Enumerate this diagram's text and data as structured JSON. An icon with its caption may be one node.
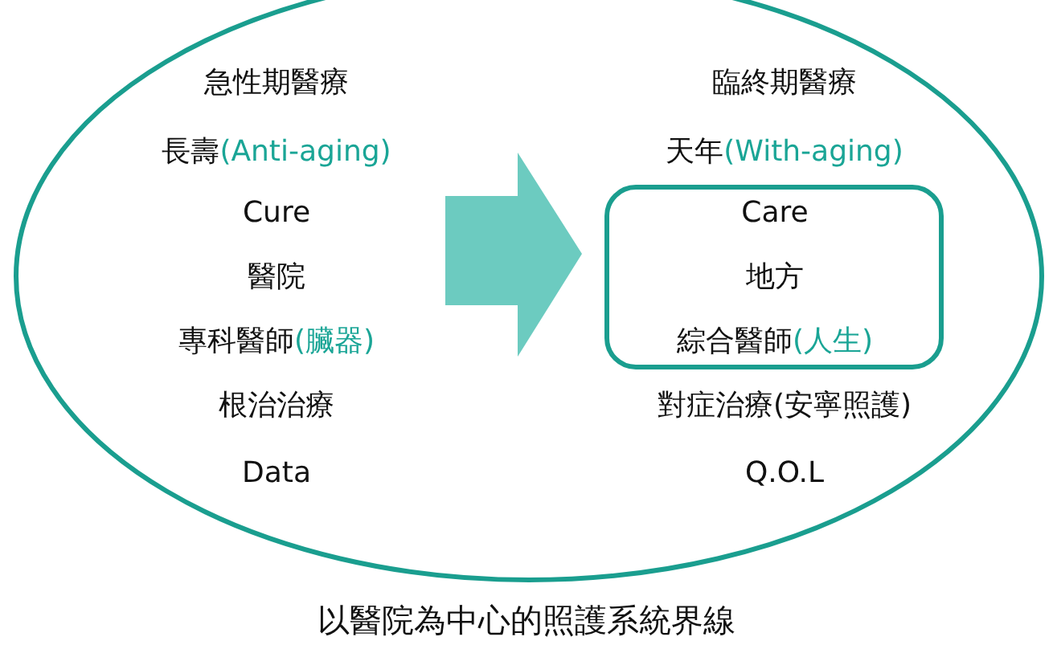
{
  "diagram": {
    "caption": "以醫院為中心的照護系統界線",
    "nodes": [
      {
        "text": [
          "急性期醫療",
          "長壽",
          "(Anti-aging)",
          "Cure",
          "醫院",
          "專科醫師",
          "(臟器)",
          "根治治療",
          "Data",
          "臨終期醫療",
          "天年",
          "(With-aging)",
          "對症治療(安寧照護)",
          "Q.O.L"
        ]
      },
      {
        "text": [
          "Care",
          "地方",
          "綜合醫師",
          "(人生)"
        ],
        "in": 0
      }
    ],
    "edges": []
  }
}
